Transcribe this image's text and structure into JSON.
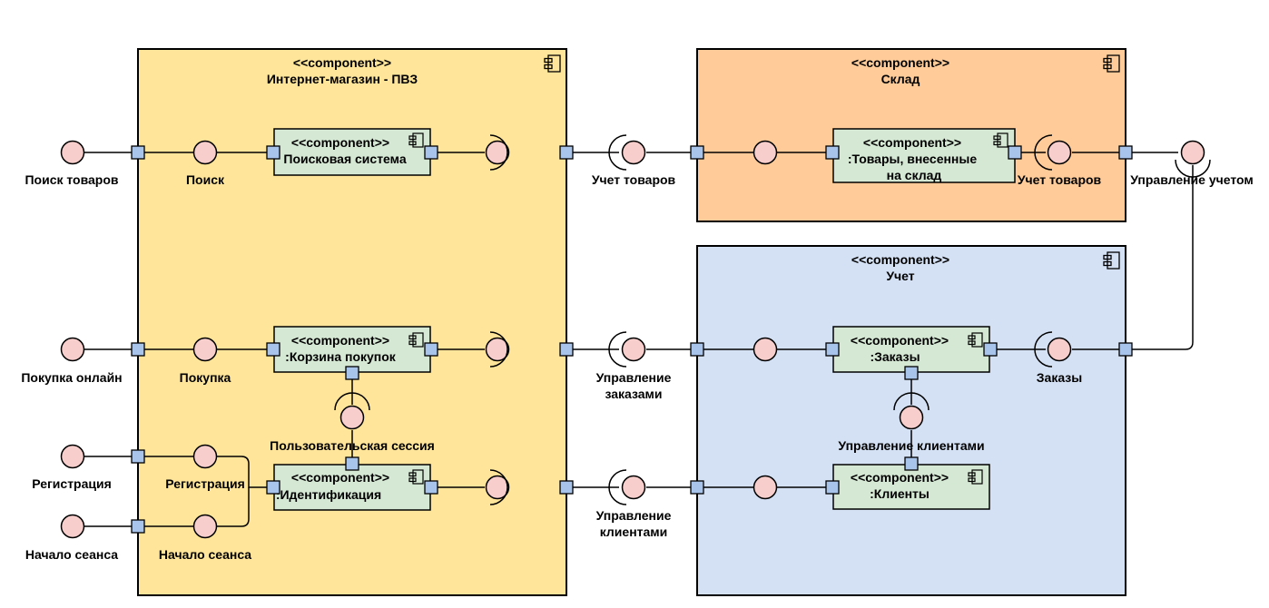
{
  "colors": {
    "shop_fill": "#FFE599",
    "warehouse_fill": "#FFCC99",
    "accounting_fill": "#D4E1F5",
    "inner_fill": "#D5E8D4",
    "interface_fill": "#F8CECC",
    "port_fill": "#A9C4EB",
    "stroke": "#000000"
  },
  "containers": {
    "shop": {
      "stereotype": "<<component>>",
      "name": "Интернет-магазин - ПВЗ"
    },
    "warehouse": {
      "stereotype": "<<component>>",
      "name": "Склад"
    },
    "accounting": {
      "stereotype": "<<component>>",
      "name": "Учет"
    }
  },
  "components": {
    "search_system": {
      "stereotype": "<<component>>",
      "line1": "Поисковая система"
    },
    "cart": {
      "stereotype": "<<component>>",
      "line1": ":Корзина покупок"
    },
    "identification": {
      "stereotype": "<<component>>",
      "line1": ":Идентификация"
    },
    "goods": {
      "stereotype": "<<component>>",
      "line1": ":Товары, внесенные",
      "line2": "на склад"
    },
    "orders": {
      "stereotype": "<<component>>",
      "line1": ":Заказы"
    },
    "clients": {
      "stereotype": "<<component>>",
      "line1": ":Клиенты"
    }
  },
  "labels": {
    "search_goods": "Поиск товаров",
    "search": "Поиск",
    "goods_accounting_1": "Учет товаров",
    "goods_accounting_2": "Учет товаров",
    "accounting_management": "Управление учетом",
    "online_purchase": "Покупка онлайн",
    "purchase": "Покупка",
    "order_management_1": "Управление",
    "order_management_2": "заказами",
    "user_session": "Пользовательская сессия",
    "registration_outer": "Регистрация",
    "registration_inner": "Регистрация",
    "session_start_outer": "Начало сеанса",
    "session_start_inner": "Начало сеанса",
    "client_management_1": "Управление",
    "client_management_2": "клиентами",
    "orders_iface": "Заказы",
    "client_management_inner": "Управление клиентами"
  }
}
